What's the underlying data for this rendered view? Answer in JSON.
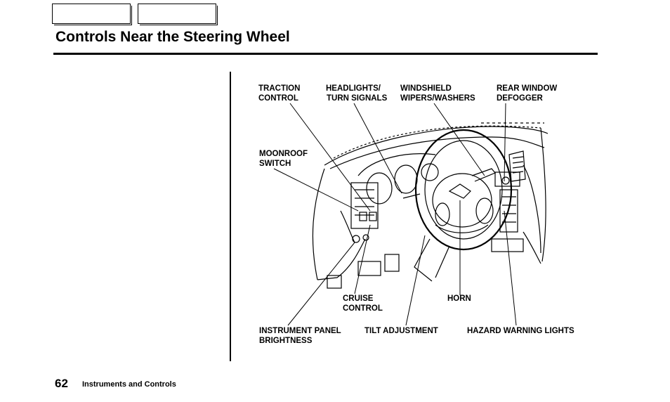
{
  "header": {
    "tabs": [
      "",
      ""
    ],
    "title": "Controls Near the Steering Wheel"
  },
  "callouts": {
    "traction_control": [
      "TRACTION",
      "CONTROL"
    ],
    "headlights": [
      "HEADLIGHTS/",
      "TURN SIGNALS"
    ],
    "wipers": [
      "WINDSHIELD",
      "WIPERS/WASHERS"
    ],
    "rear_defogger": [
      "REAR WINDOW",
      "DEFOGGER"
    ],
    "moonroof": [
      "MOONROOF",
      "SWITCH"
    ],
    "cruise_control": [
      "CRUISE",
      "CONTROL"
    ],
    "horn": "HORN",
    "instrument_brightness": [
      "INSTRUMENT PANEL",
      "BRIGHTNESS"
    ],
    "tilt": "TILT ADJUSTMENT",
    "hazard": "HAZARD WARNING LIGHTS"
  },
  "footer": {
    "page_number": "62",
    "section": "Instruments and Controls"
  }
}
